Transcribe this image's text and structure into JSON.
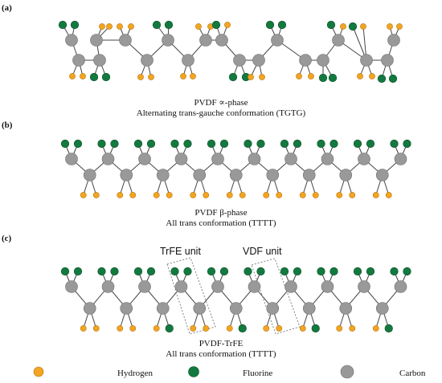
{
  "panels": [
    {
      "label": "(a)",
      "caption_line1": "PVDF ∝-phase",
      "caption_line2": "Alternating trans-gauche conformation (TGTG)"
    },
    {
      "label": "(b)",
      "caption_line1": "PVDF β-phase",
      "caption_line2": "All trans conformation (TTTT)"
    },
    {
      "label": "(c)",
      "caption_line1": "PVDF-TrFE",
      "caption_line2": "All trans conformation (TTTT)",
      "trfe_label": "TrFE unit",
      "vdf_label": "VDF unit"
    }
  ],
  "legend": [
    {
      "name": "Hydrogen",
      "color": "#f2a521"
    },
    {
      "name": "Fluorine",
      "color": "#137a3f"
    },
    {
      "name": "Carbon",
      "color": "#999999"
    }
  ],
  "colors": {
    "bond": "#444444",
    "carbon_edge": "#6e6e6e",
    "hydrogen_edge": "#b9760f",
    "fluorine_edge": "#0b4f28",
    "box": "#777777"
  }
}
